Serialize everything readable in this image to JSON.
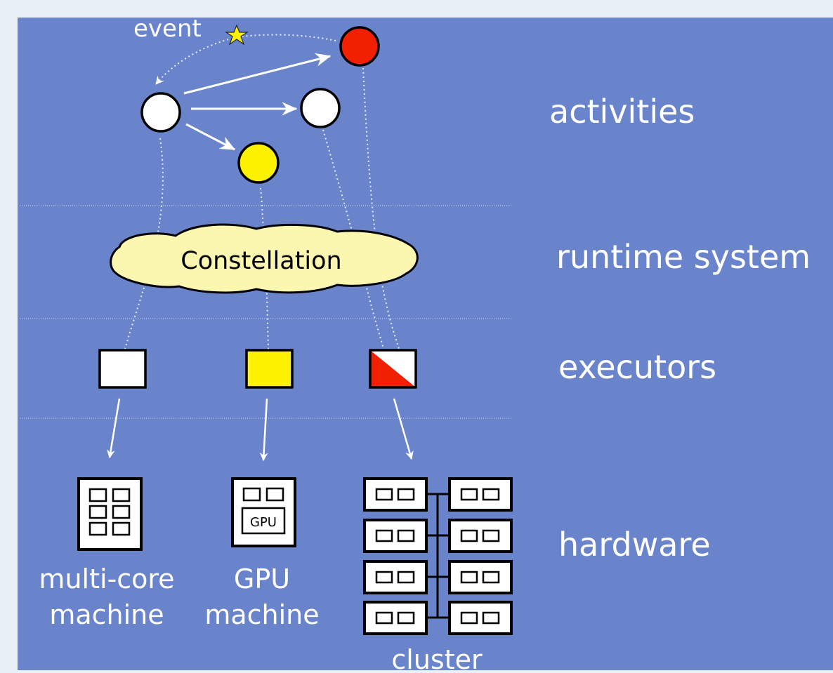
{
  "colors": {
    "page_background": "#e8eff7",
    "panel_background": "#6a84cc",
    "red": "#f02000",
    "yellow": "#fff200",
    "white": "#ffffff",
    "cloud": "#fbf7b0"
  },
  "labels": {
    "event": "event",
    "constellation": "Constellation",
    "layers": {
      "activities": "activities",
      "runtime": "runtime system",
      "executors": "executors",
      "hardware": "hardware"
    },
    "multicore_line1": "multi-core",
    "multicore_line2": "machine",
    "gpu_line1": "GPU",
    "gpu_line2": "machine",
    "gpu_chip": "GPU",
    "cluster": "cluster"
  },
  "icons": {
    "event": "star-icon",
    "multicore": "multicore-machine-icon",
    "gpu": "gpu-machine-icon",
    "cluster": "cluster-icon"
  }
}
